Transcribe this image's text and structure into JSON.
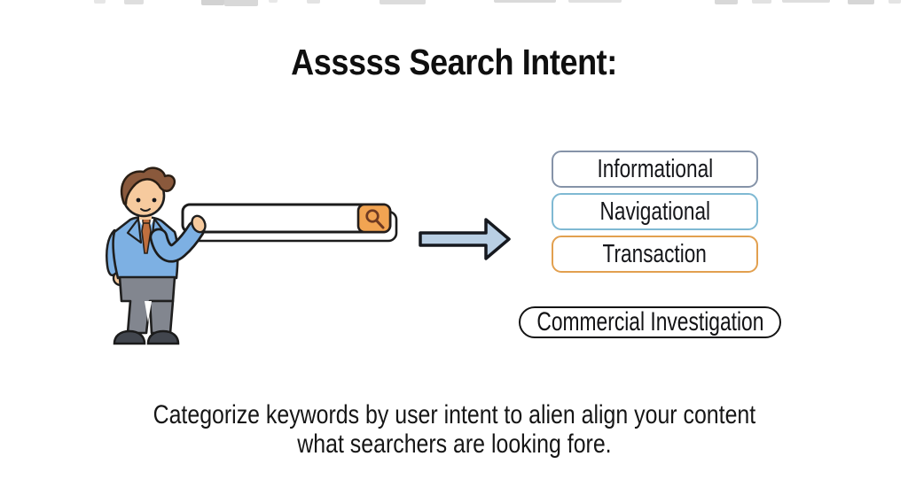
{
  "title": "Asssss Search Intent:",
  "illustration": {
    "description": "presenter pointing at an empty search bar",
    "search_bar": {
      "value": "",
      "button_icon": "magnifier-icon",
      "button_color": "#f2a452"
    },
    "person": {
      "hair_color": "#8a593c",
      "skin_color": "#f6ca9e",
      "jacket_color": "#7db0e3",
      "tie_color": "#c06f3e",
      "pants_color": "#82868f",
      "shoe_color": "#42464e"
    }
  },
  "arrow": {
    "direction": "right",
    "fill": "#b9cfe4",
    "outline": "#16191f"
  },
  "intent_boxes": [
    {
      "label": "Informational",
      "border_color": "#8593a8"
    },
    {
      "label": "Navigational",
      "border_color": "#7fb9d3"
    },
    {
      "label": "Transaction",
      "border_color": "#e2a04f"
    }
  ],
  "commercial_pill": {
    "label": "Commercial Investigation",
    "border_color": "#141414"
  },
  "caption": {
    "line1": "Categorize keywords by user intent to alien align your content",
    "line2": "what searchers are looking fore."
  },
  "colors": {
    "background": "#ffffff",
    "title_text": "#0f0f0f"
  }
}
